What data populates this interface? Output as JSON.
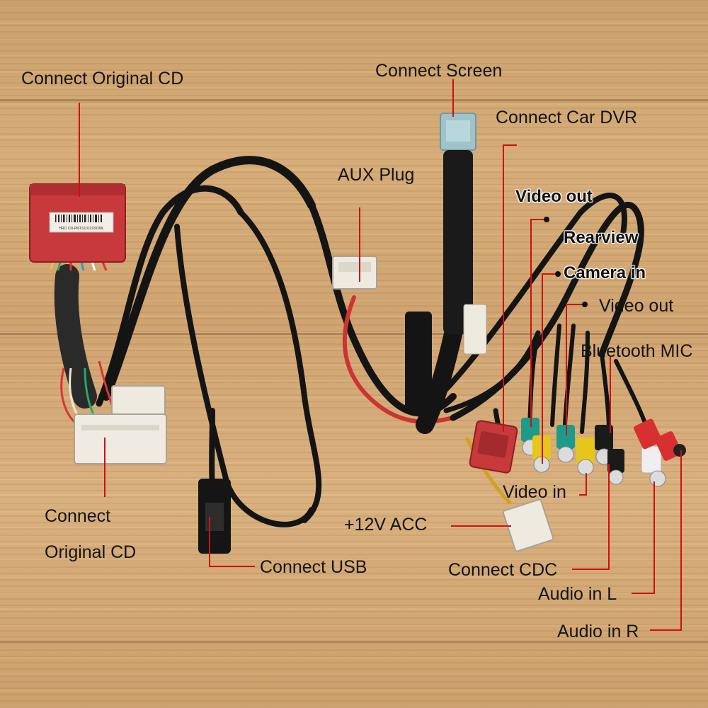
{
  "labels": {
    "connect_original_cd_top": "Connect Original CD",
    "connect_screen": "Connect Screen",
    "connect_car_dvr": "Connect Car DVR",
    "aux_plug": "AUX Plug",
    "video_out_1": "Video out",
    "rearview": "Rearview",
    "camera_in": "Camera in",
    "video_out_2": "Video out",
    "bluetooth_mic": "Bluetooth MIC",
    "connect_original_cd_bottom_1": "Connect",
    "connect_original_cd_bottom_2": "Original CD",
    "connect_usb": "Connect USB",
    "video_in": "Video in",
    "acc_12v": "+12V ACC",
    "connect_cdc": "Connect CDC",
    "audio_in_l": "Audio in L",
    "audio_in_r": "Audio in R"
  },
  "module_sticker_text": "HRO CN-PM1S1010XSDML",
  "colors": {
    "leader_line": "#d01010",
    "connector_red": "#c8393b",
    "connector_white": "#eeeae0",
    "connector_blue": "#9fc3c9",
    "cable": "#151515",
    "rca_teal": "#1e9a8a",
    "rca_yellow": "#e6c51d",
    "rca_black": "#1a1a1a",
    "rca_white": "#efefef",
    "rca_red": "#d83030"
  }
}
